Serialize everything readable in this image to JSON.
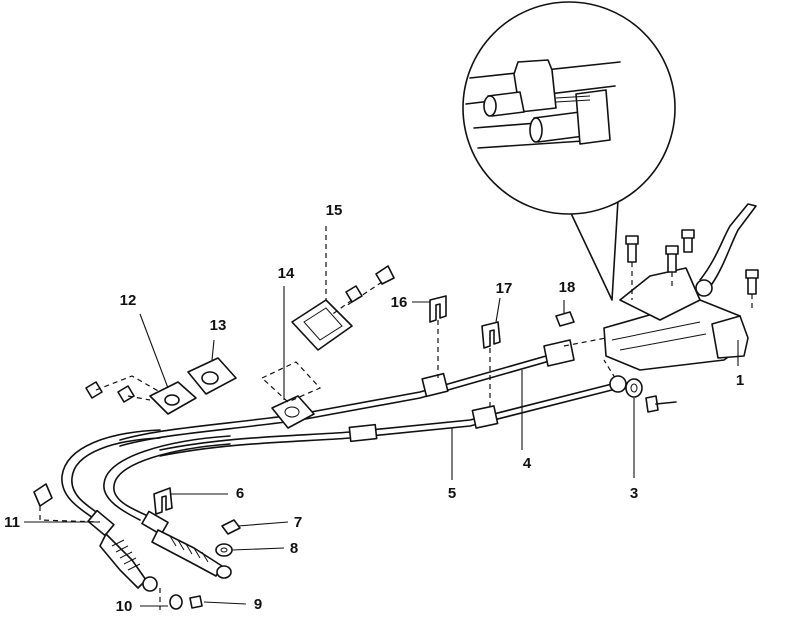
{
  "callouts": [
    {
      "id": "c1",
      "text": "1"
    },
    {
      "id": "c3",
      "text": "3"
    },
    {
      "id": "c4",
      "text": "4"
    },
    {
      "id": "c5",
      "text": "5"
    },
    {
      "id": "c6",
      "text": "6"
    },
    {
      "id": "c7",
      "text": "7"
    },
    {
      "id": "c8",
      "text": "8"
    },
    {
      "id": "c9",
      "text": "9"
    },
    {
      "id": "c10",
      "text": "10"
    },
    {
      "id": "c11",
      "text": "11"
    },
    {
      "id": "c12",
      "text": "12"
    },
    {
      "id": "c13",
      "text": "13"
    },
    {
      "id": "c14",
      "text": "14"
    },
    {
      "id": "c15",
      "text": "15"
    },
    {
      "id": "c16",
      "text": "16"
    },
    {
      "id": "c17",
      "text": "17"
    },
    {
      "id": "c18",
      "text": "18"
    }
  ]
}
